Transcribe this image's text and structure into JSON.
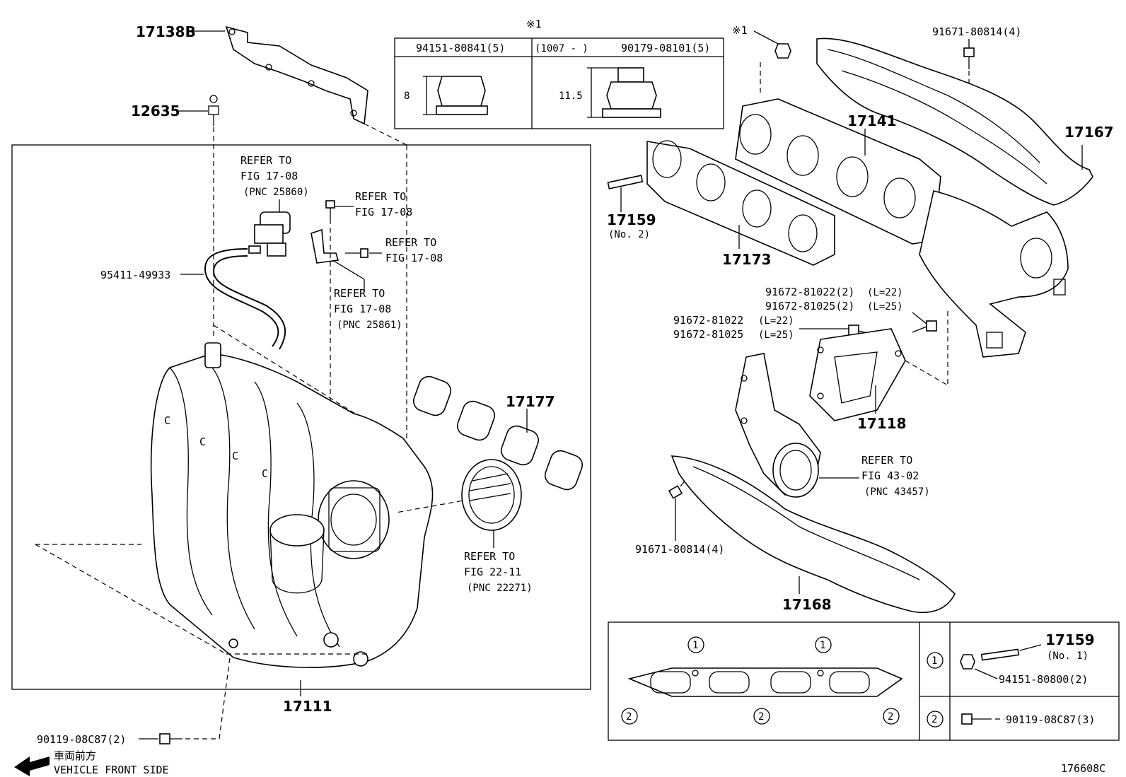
{
  "labels": {
    "p17138B": "17138B",
    "p12635": "12635",
    "p95411": "95411-49933",
    "refer_1708_a": "REFER TO",
    "refer_1708_a2": "FIG 17-08",
    "refer_1708_a_pnc": "(PNC 25860)",
    "refer_1708_b": "REFER TO",
    "refer_1708_b2": "FIG 17-08",
    "refer_1708_c": "REFER TO",
    "refer_1708_c2": "FIG 17-08",
    "refer_1708_d": "REFER TO",
    "refer_1708_d2": "FIG 17-08",
    "refer_1708_d_pnc": "(PNC 25861)",
    "p17177": "17177",
    "refer_2211": "REFER TO",
    "refer_2211b": "FIG 22-11",
    "refer_2211_pnc": "(PNC 22271)",
    "p17111": "17111",
    "p90119_left": "90119-08C87(2)",
    "front_jp": "車両前方",
    "front_en": "VEHICLE FRONT SIDE",
    "note_mark_top": "※1",
    "note_mark_nut": "※1",
    "p91671_top": "91671-80814(4)",
    "p17141": "17141",
    "p17167": "17167",
    "p17159_a": "17159",
    "p17159_a_no": "(No. 2)",
    "p17173": "17173",
    "p91672_r1": "91672-81022(2)",
    "p91672_r1_l": "(L=22)",
    "p91672_r2": "91672-81025(2)",
    "p91672_r2_l": "(L=25)",
    "p91672_l1": "91672-81022",
    "p91672_l1_l": "(L=22)",
    "p91672_l2": "91672-81025",
    "p91672_l2_l": "(L=25)",
    "p17118": "17118",
    "refer_4302": "REFER TO",
    "refer_4302b": "FIG 43-02",
    "refer_4302_pnc": "(PNC 43457)",
    "p91671_bottom": "91671-80814(4)",
    "p17168": "17168",
    "p17159_b": "17159",
    "p17159_b_no": "(No. 1)",
    "p94151_80800": "94151-80800(2)",
    "p90119_right": "90119-08C87(3)",
    "diagram_id": "176608C",
    "circle_1": "1",
    "circle_2": "2"
  },
  "nut_table": {
    "col1_header": "94151-80841(5)",
    "col2_range": "(1007 -        )",
    "col2_header": "90179-08101(5)",
    "dim1": "8",
    "dim2": "11.5"
  }
}
